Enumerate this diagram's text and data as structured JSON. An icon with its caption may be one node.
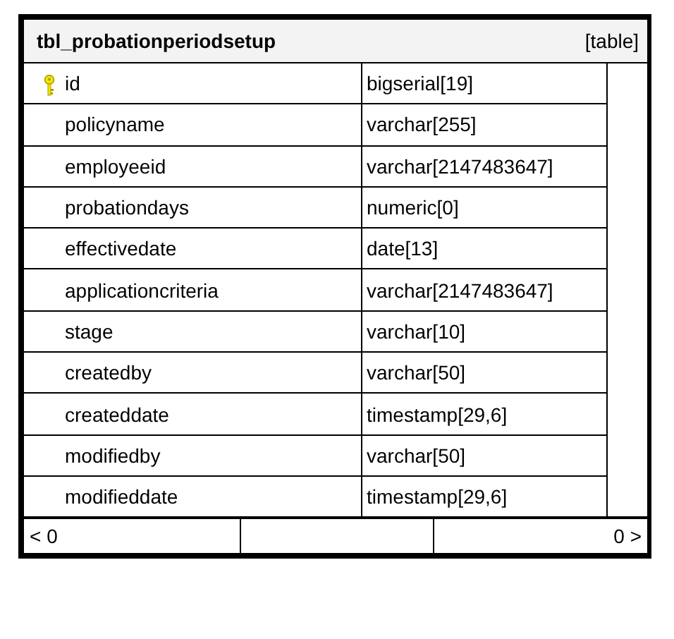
{
  "diagram": {
    "nodes": [
      {
        "text": [
          "tbl_probationperiodsetup",
          "[table]"
        ]
      }
    ],
    "labels": [
      "id",
      "bigserial[19]",
      "policyname",
      "varchar[255]",
      "employeeid",
      "varchar[2147483647]",
      "probationdays",
      "numeric[0]",
      "effectivedate",
      "date[13]",
      "applicationcriteria",
      "varchar[2147483647]",
      "stage",
      "varchar[10]",
      "createdby",
      "varchar[50]",
      "createddate",
      "timestamp[29,6]",
      "modifiedby",
      "varchar[50]",
      "modifieddate",
      "timestamp[29,6]",
      "< 0",
      "0 >"
    ]
  }
}
